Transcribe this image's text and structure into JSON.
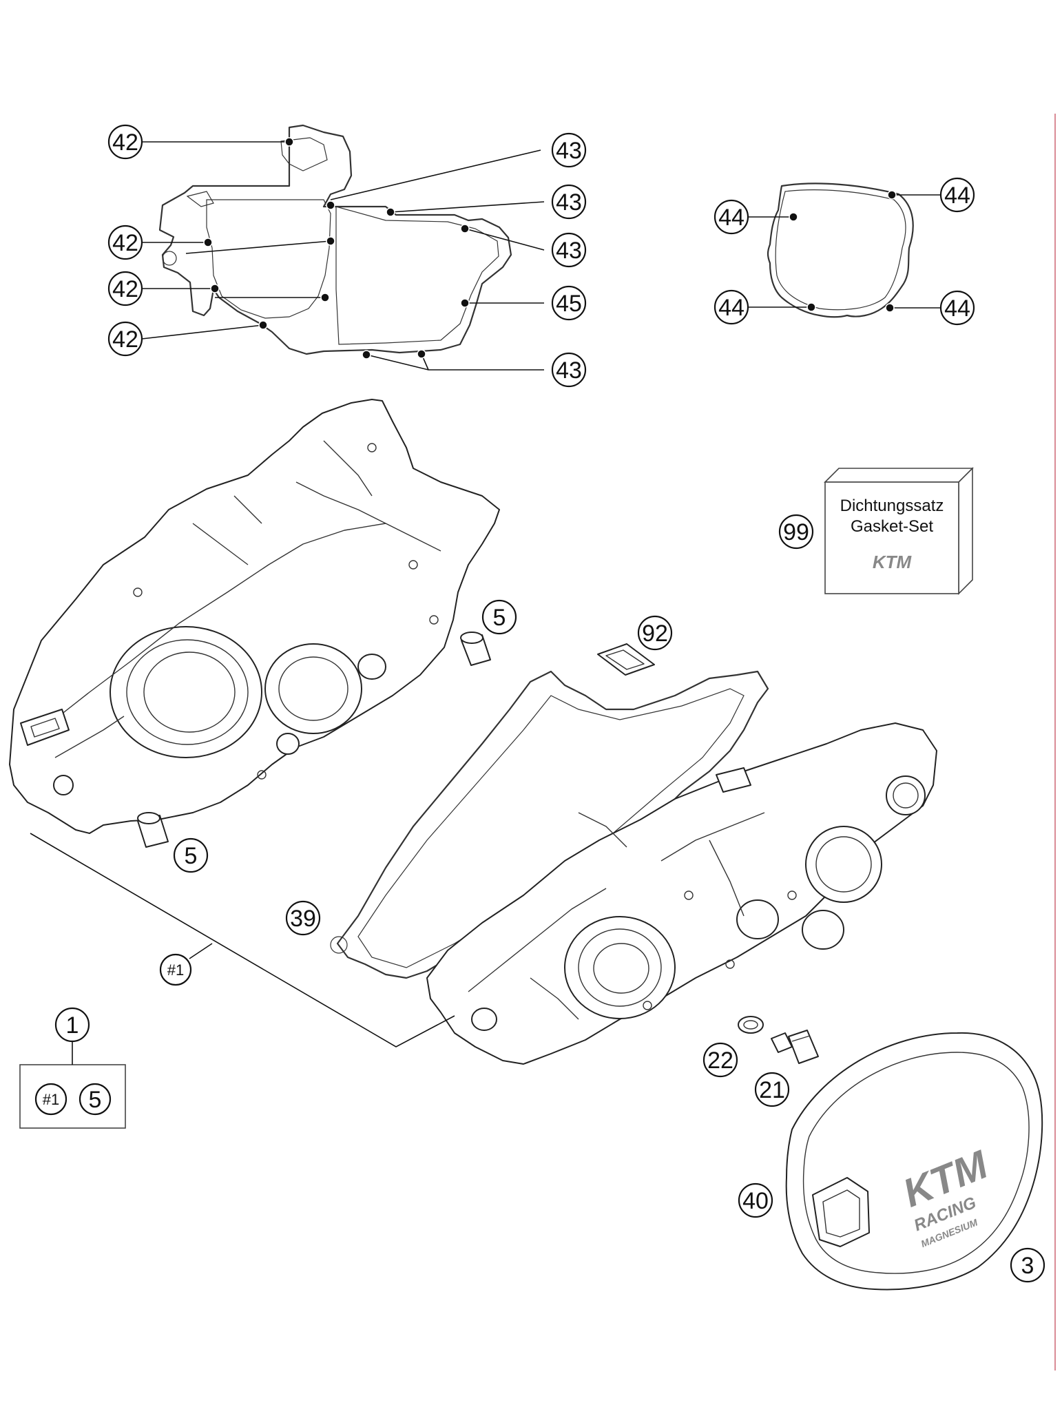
{
  "diagram": {
    "callouts": [
      {
        "id": "c42a",
        "label": "42"
      },
      {
        "id": "c42b",
        "label": "42"
      },
      {
        "id": "c42c",
        "label": "42"
      },
      {
        "id": "c42d",
        "label": "42"
      },
      {
        "id": "c43a",
        "label": "43"
      },
      {
        "id": "c43b",
        "label": "43"
      },
      {
        "id": "c43c",
        "label": "43"
      },
      {
        "id": "c43d",
        "label": "43"
      },
      {
        "id": "c45",
        "label": "45"
      },
      {
        "id": "c44a",
        "label": "44"
      },
      {
        "id": "c44b",
        "label": "44"
      },
      {
        "id": "c44c",
        "label": "44"
      },
      {
        "id": "c44d",
        "label": "44"
      },
      {
        "id": "c99",
        "label": "99"
      },
      {
        "id": "c5a",
        "label": "5"
      },
      {
        "id": "c5b",
        "label": "5"
      },
      {
        "id": "c92",
        "label": "92"
      },
      {
        "id": "c39",
        "label": "39"
      },
      {
        "id": "c1group",
        "label": "#1"
      },
      {
        "id": "c1",
        "label": "1"
      },
      {
        "id": "c22",
        "label": "22"
      },
      {
        "id": "c21",
        "label": "21"
      },
      {
        "id": "c40",
        "label": "40"
      },
      {
        "id": "c3",
        "label": "3"
      }
    ],
    "kit_box": {
      "items": [
        {
          "label": "#1"
        },
        {
          "label": "5"
        }
      ]
    },
    "gasket_set": {
      "line1": "Dichtungssatz",
      "line2": "Gasket-Set",
      "brand": "KTM"
    },
    "cover": {
      "brand": "KTM",
      "line2": "RACING",
      "line3": "MAGNESIUM"
    }
  }
}
